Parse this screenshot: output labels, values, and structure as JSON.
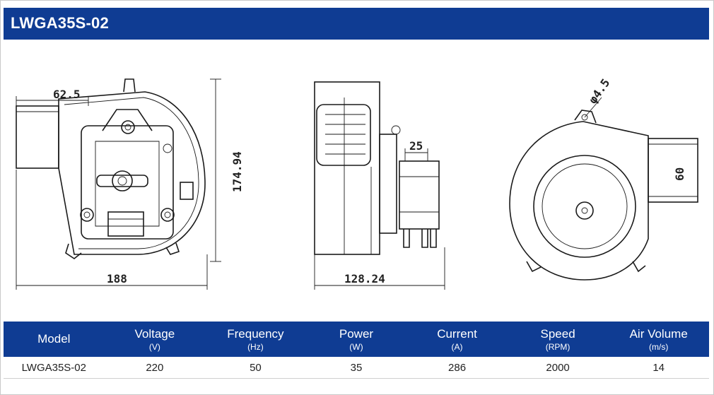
{
  "header": {
    "title": "LWGA35S-02"
  },
  "drawing": {
    "dims": {
      "d62_5": "62.5",
      "d174_94": "174.94",
      "d188": "188",
      "d25": "25",
      "d128_24": "128.24",
      "d4_5": "φ4.5",
      "d60": "60"
    }
  },
  "specs": {
    "columns": [
      {
        "label": "Model",
        "unit": ""
      },
      {
        "label": "Voltage",
        "unit": "(V)"
      },
      {
        "label": "Frequency",
        "unit": "(Hz)"
      },
      {
        "label": "Power",
        "unit": "(W)"
      },
      {
        "label": "Current",
        "unit": "(A)"
      },
      {
        "label": "Speed",
        "unit": "(RPM)"
      },
      {
        "label": "Air Volume",
        "unit": "(m/s)"
      }
    ],
    "row": [
      "LWGA35S-02",
      "220",
      "50",
      "35",
      "286",
      "2000",
      "14"
    ]
  }
}
